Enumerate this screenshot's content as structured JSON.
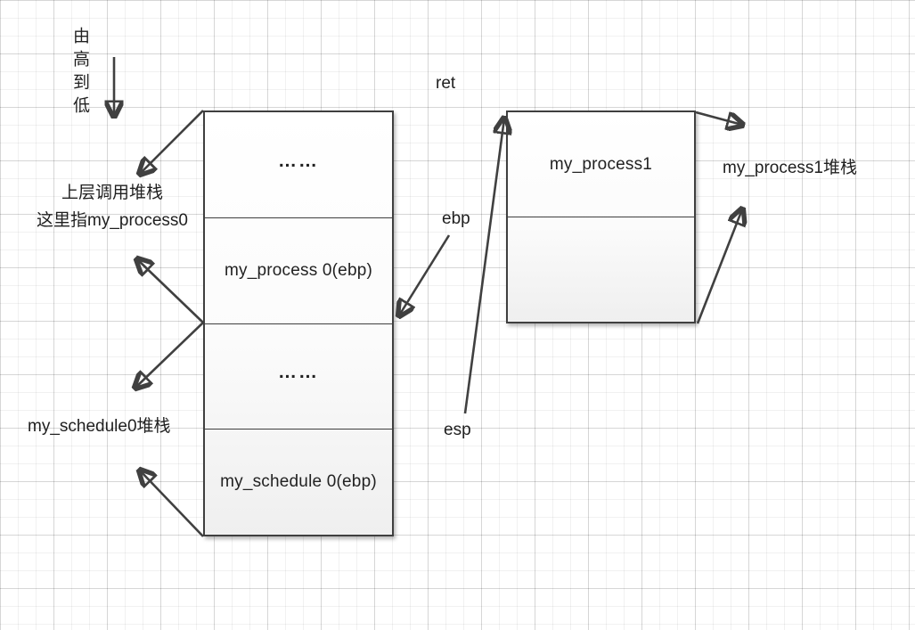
{
  "diagram": {
    "type": "stack-memory-diagram",
    "annotations": {
      "direction_note": "由高到低",
      "caller_stack_line1": "上层调用堆栈",
      "caller_stack_line2": "这里指my_process0",
      "schedule0_stack": "my_schedule0堆栈",
      "process1_stack": "my_process1堆栈",
      "ret_label": "ret",
      "ebp_label": "ebp",
      "esp_label": "esp"
    },
    "left_stack": {
      "segments": [
        {
          "label": "……"
        },
        {
          "label": "my_process 0(ebp)"
        },
        {
          "label": "……"
        },
        {
          "label": "my_schedule 0(ebp)"
        }
      ]
    },
    "right_stack": {
      "segments": [
        {
          "label": "my_process1"
        },
        {
          "label": ""
        }
      ]
    },
    "colors": {
      "line": "#404040",
      "box_border": "#3f3f3f",
      "box_fill_top": "#ffffff",
      "box_fill_bottom": "#efefef",
      "grid_minor": "#ececec",
      "grid_major": "#dddddd",
      "text": "#1f1f1f"
    }
  }
}
